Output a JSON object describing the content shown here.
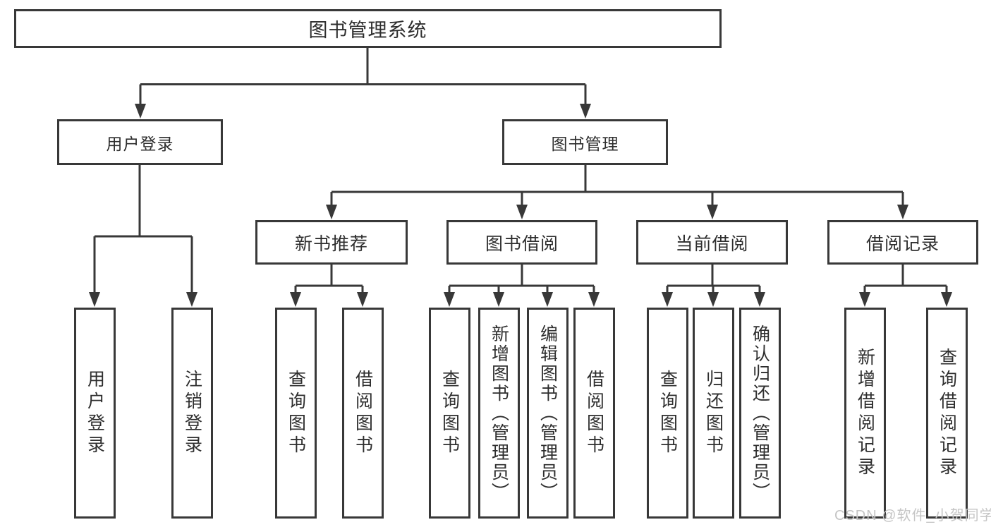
{
  "tree": {
    "root": {
      "label": "图书管理系统"
    },
    "level2": [
      {
        "label": "用户登录"
      },
      {
        "label": "图书管理"
      }
    ],
    "level3": [
      {
        "label": "新书推荐"
      },
      {
        "label": "图书借阅"
      },
      {
        "label": "当前借阅"
      },
      {
        "label": "借阅记录"
      }
    ],
    "leaves": {
      "user_login": [
        {
          "label": "用户登录"
        },
        {
          "label": "注销登录"
        }
      ],
      "new_book": [
        {
          "label": "查询图书"
        },
        {
          "label": "借阅图书"
        }
      ],
      "book_borrow": [
        {
          "label": "查询图书"
        },
        {
          "label": "新增图书（管理员）"
        },
        {
          "label": "编辑图书（管理员）"
        },
        {
          "label": "借阅图书"
        }
      ],
      "current_borrow": [
        {
          "label": "查询图书"
        },
        {
          "label": "归还图书"
        },
        {
          "label": "确认归还（管理员）"
        }
      ],
      "borrow_records": [
        {
          "label": "新增借阅记录"
        },
        {
          "label": "查询借阅记录"
        }
      ]
    }
  },
  "watermark": "CSDN @软件_小贺同学",
  "colors": {
    "line": "#383838",
    "text": "#2e2e2e",
    "watermark": "#c5c5c5",
    "background": "#ffffff"
  }
}
